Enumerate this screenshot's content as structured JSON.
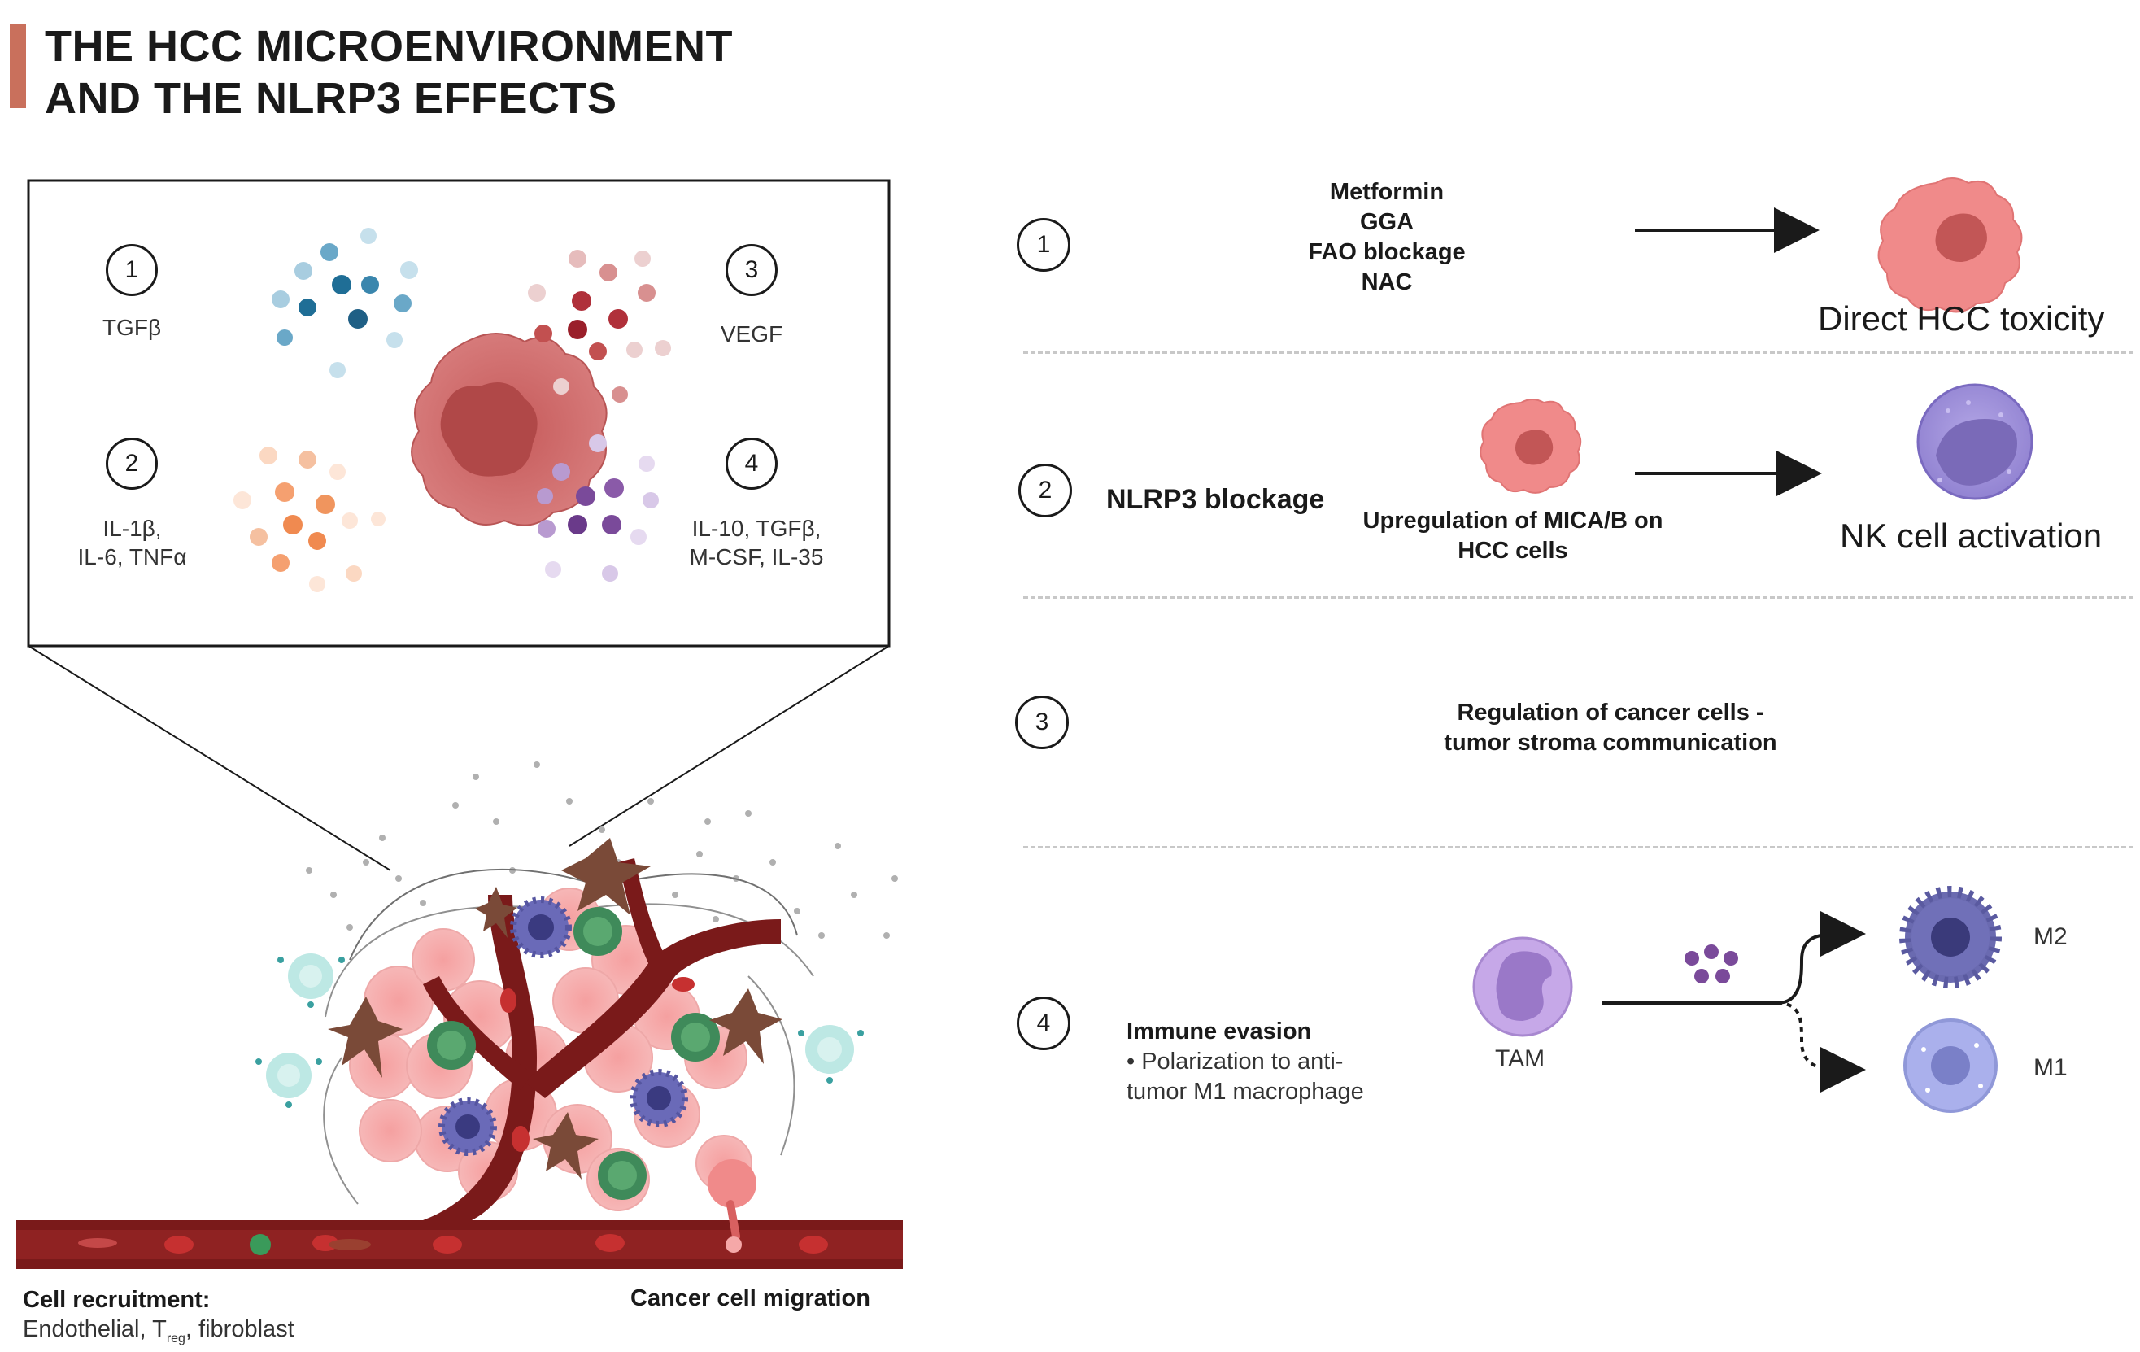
{
  "title": {
    "line1": "THE HCC MICROENVIRONMENT",
    "line2": "AND THE NLRP3 EFFECTS",
    "accent_color": "#c9705c"
  },
  "left_panel": {
    "cytokines": [
      {
        "number": "1",
        "label": "TGFβ"
      },
      {
        "number": "2",
        "label_line1": "IL-1β,",
        "label_line2": "IL-6, TNFα"
      },
      {
        "number": "3",
        "label": "VEGF"
      },
      {
        "number": "4",
        "label_line1": "IL-10, TGFβ,",
        "label_line2": "M-CSF, IL-35"
      }
    ],
    "bottom_left": {
      "title": "Cell recruitment:",
      "text_prefix": "Endothelial, T",
      "subscript": "reg",
      "text_suffix": ", fibroblast"
    },
    "bottom_right": "Cancer cell migration",
    "colors": {
      "tgfb_dots": "#1f6e96",
      "il1_dots": "#f0a070",
      "vegf_dots": "#b0303a",
      "il10_dots": "#7a4a9a",
      "tumor_cell": "#cc6b6b",
      "vessel": "#7a1a1a"
    }
  },
  "right_panel": {
    "rows": [
      {
        "number": "1",
        "agents": [
          "Metformin",
          "GGA",
          "FAO blockage",
          "NAC"
        ],
        "outcome": "Direct HCC toxicity"
      },
      {
        "number": "2",
        "label": "NLRP3 blockage",
        "middle_line1": "Upregulation of MICA/B on",
        "middle_line2": "HCC cells",
        "outcome": "NK cell activation"
      },
      {
        "number": "3",
        "middle_line1": "Regulation of cancer cells -",
        "middle_line2": "tumor stroma communication"
      },
      {
        "number": "4",
        "title": "Immune evasion",
        "bullet_line1": "• Polarization to anti-",
        "bullet_line2": "tumor M1 macrophage",
        "cell_label": "TAM",
        "branch_top": "M2",
        "branch_bottom": "M1"
      }
    ],
    "colors": {
      "hcc_cell": "#f08a8a",
      "nk_cell": "#9a8ad8",
      "tam_cell": "#c0a0e0",
      "m2_cell": "#6a6ab0",
      "m1_cell": "#a8a8e8"
    }
  }
}
